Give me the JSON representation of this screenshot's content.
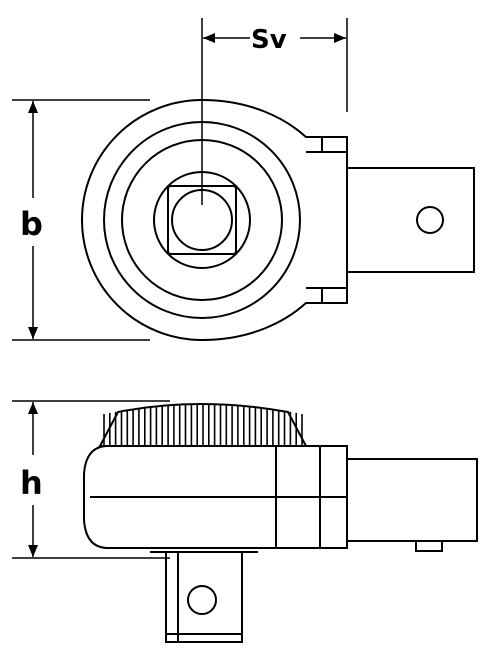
{
  "dimensions": {
    "sv_label": "Sv",
    "b_label": "b",
    "h_label": "h"
  },
  "colors": {
    "line": "#000000",
    "background": "#ffffff"
  }
}
